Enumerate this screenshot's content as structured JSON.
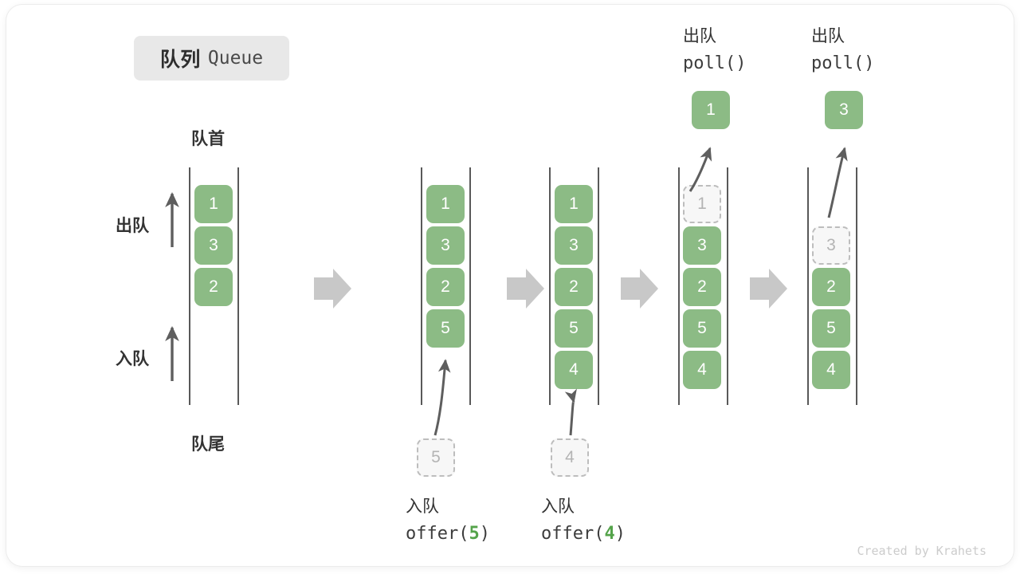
{
  "title": {
    "cn": "队列",
    "en": "Queue"
  },
  "colors": {
    "cell_fill": "#8cbb85",
    "ghost_fill": "#f7f7f7",
    "ghost_border": "#bdbdbd",
    "rail": "#595959",
    "arrow": "#5e5e5e",
    "big_arrow": "#c8c8c8",
    "accent_text": "#54a34a",
    "badge_bg": "#e8e8e8"
  },
  "labels": {
    "head": "队首",
    "tail": "队尾",
    "dequeue": "出队",
    "enqueue": "入队"
  },
  "operations": {
    "offer_5": {
      "cn": "入队",
      "fn": "offer(",
      "arg": "5",
      "close": ")"
    },
    "offer_4": {
      "cn": "入队",
      "fn": "offer(",
      "arg": "4",
      "close": ")"
    },
    "poll_1": {
      "cn": "出队",
      "code": "poll()"
    },
    "poll_2": {
      "cn": "出队",
      "code": "poll()"
    }
  },
  "stages": [
    {
      "name": "initial",
      "cells": [
        "1",
        "3",
        "2"
      ],
      "ghost": null,
      "incoming": null,
      "popped": null
    },
    {
      "name": "after-offer-5",
      "cells": [
        "1",
        "3",
        "2",
        "5"
      ],
      "ghost": null,
      "incoming": "5",
      "popped": null
    },
    {
      "name": "after-offer-4",
      "cells": [
        "1",
        "3",
        "2",
        "5",
        "4"
      ],
      "ghost": null,
      "incoming": "4",
      "popped": null
    },
    {
      "name": "poll-first",
      "cells": [
        "3",
        "2",
        "5",
        "4"
      ],
      "ghost": "1",
      "incoming": null,
      "popped": "1"
    },
    {
      "name": "poll-second",
      "cells": [
        "2",
        "5",
        "4"
      ],
      "ghost": "3",
      "incoming": null,
      "popped": "3"
    }
  ],
  "footer": "Created by Krahets"
}
